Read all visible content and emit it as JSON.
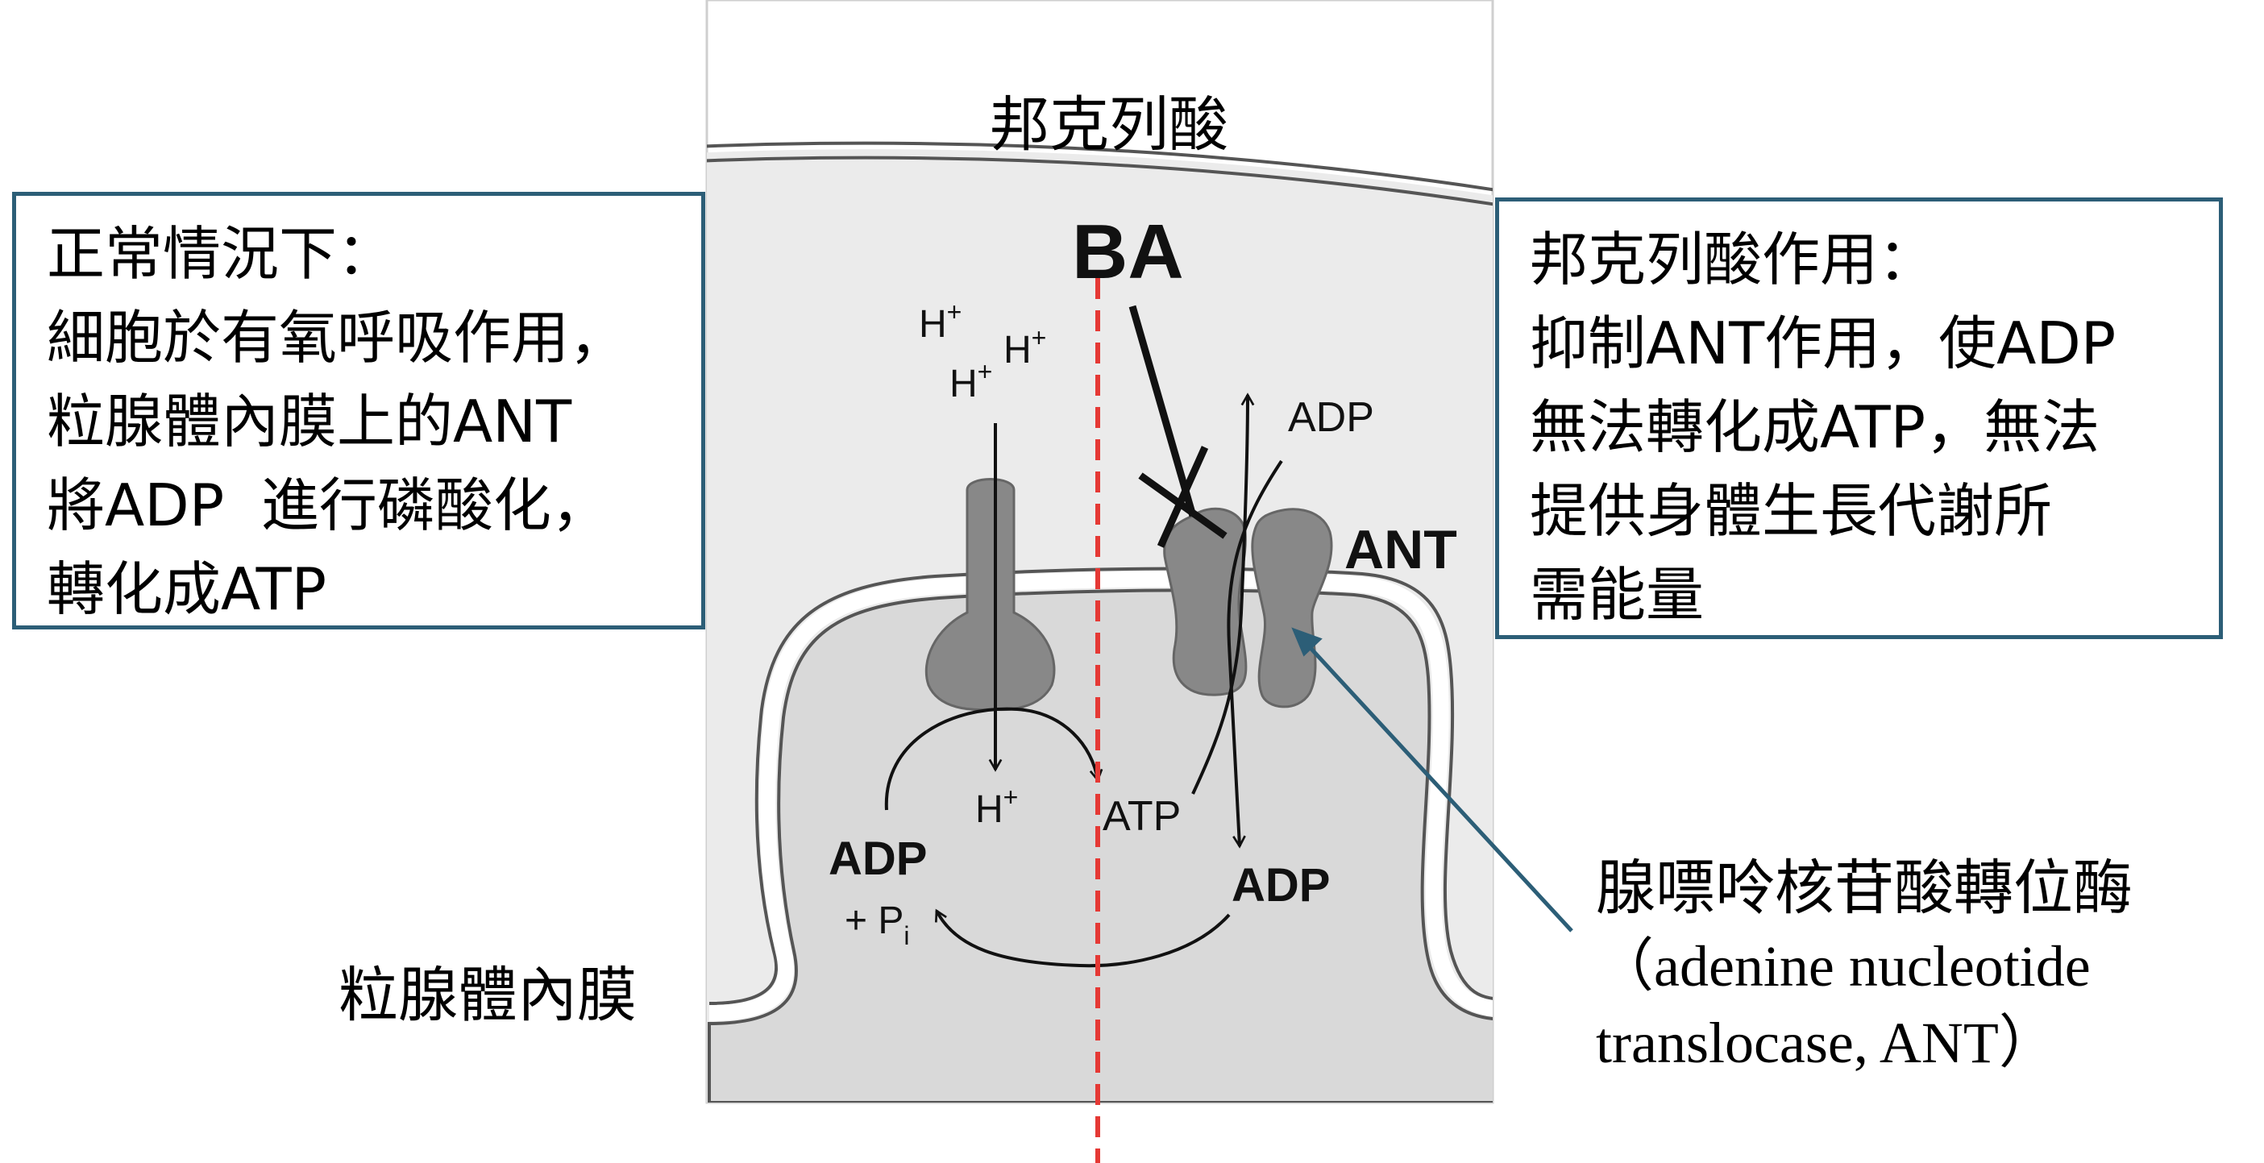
{
  "title_top": "邦克列酸",
  "label_inner_membrane": "粒腺體內膜",
  "diagram": {
    "ba_label": "BA",
    "h_plus": "H",
    "plus_sup": "+",
    "adp_top": "ADP",
    "ant_label": "ANT",
    "atp_label": "ATP",
    "adp_left": "ADP",
    "pi_label": "+ P",
    "pi_sub": "i",
    "adp_right": "ADP"
  },
  "left_box": {
    "lines": [
      "正常情況下：",
      "細胞於有氧呼吸作用，",
      "粒腺體內膜上的ANT",
      "將ADP  進行磷酸化，",
      "轉化成ATP"
    ]
  },
  "right_box": {
    "lines": [
      "邦克列酸作用：",
      "抑制ANT作用，使ADP",
      "無法轉化成ATP，無法",
      "提供身體生長代謝所",
      "需能量"
    ]
  },
  "ant_caption": {
    "line1": "腺嘌呤核苷酸轉位酶",
    "line2": "（adenine nucleotide",
    "line3": "translocase, ANT）"
  },
  "colors": {
    "box_border": "#2c5e77",
    "dashed_line": "#e53935",
    "protein": "#888888",
    "cell_fill": "#e8e8e8",
    "inner_fill": "#d9d9d9",
    "membrane_outline": "#555555"
  }
}
